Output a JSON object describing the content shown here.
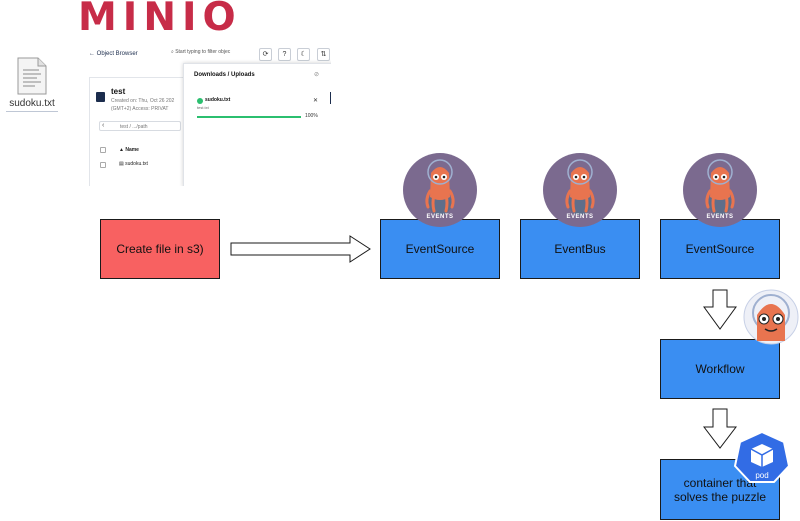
{
  "logo": {
    "text": "MINIO"
  },
  "file": {
    "name": "sudoku.txt"
  },
  "screenshot": {
    "back_label": "Object Browser",
    "search_placeholder": "Start typing to filter objec",
    "bucket": "test",
    "created_line": "Created on: Thu, Oct 26 202",
    "created_line2": "(GMT+2)    Access:  PRIVAT",
    "path_placeholder": "test / .../path",
    "name_header": "Name",
    "file_row": "sudoku.txt",
    "popup_title": "Downloads / Uploads",
    "download": {
      "name": "sudoku.txt",
      "sub": "test.txt",
      "percent": 100,
      "percent_label": "100%"
    }
  },
  "nodes": {
    "create": "Create file in s3)",
    "eventsource1": "EventSource",
    "eventbus": "EventBus",
    "eventsource2": "EventSource",
    "workflow": "Workflow",
    "container": "container that solves the puzzle"
  },
  "badges": {
    "events_label": "EVENTS",
    "pod_label": "pod"
  },
  "colors": {
    "minio_red": "#c72c48",
    "box_red": "#f86161",
    "box_blue": "#3a8ef2",
    "argo_purple": "#7b6a8f",
    "argo_orange": "#e8744f",
    "k8s_blue": "#326ce5"
  }
}
